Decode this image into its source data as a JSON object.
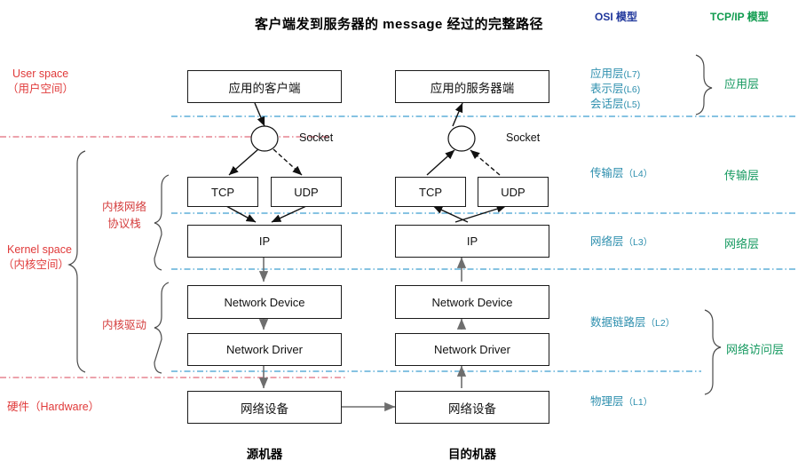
{
  "title": "客户端发到服务器的 message 经过的完整路径",
  "colors": {
    "red_annotation": "#e03a3a",
    "osi_header": "#20379c",
    "osi_label": "#2e8fae",
    "tcpip_header": "#0f9b4e",
    "tcpip_label": "#179a61",
    "box_border": "#1a1a1a",
    "divider_blue": "#3f9fd0",
    "divider_red": "#e06a7a",
    "arrow": "#111111",
    "arrow_gray": "#6e6e6e"
  },
  "left_annotations": {
    "user_space": "User space",
    "user_space_cn": "（用户空间）",
    "kernel_space": "Kernel space",
    "kernel_space_cn": "（内核空间）",
    "kernel_net_stack_line1": "内核网络",
    "kernel_net_stack_line2": "协议栈",
    "kernel_driver": "内核驱动",
    "hardware": "硬件（Hardware）"
  },
  "osi_model": {
    "header": "OSI 模型",
    "layers": [
      {
        "name": "应用层",
        "code": "(L7)"
      },
      {
        "name": "表示层",
        "code": "(L6)"
      },
      {
        "name": "会话层",
        "code": "(L5)"
      },
      {
        "name": "传输层",
        "code": "（L4）"
      },
      {
        "name": "网络层",
        "code": "（L3）"
      },
      {
        "name": "数据链路层",
        "code": "（L2）"
      },
      {
        "name": "物理层",
        "code": "（L1）"
      }
    ]
  },
  "tcpip_model": {
    "header": "TCP/IP 模型",
    "layers": [
      {
        "name": "应用层"
      },
      {
        "name": "传输层"
      },
      {
        "name": "网络层"
      },
      {
        "name": "网络访问层"
      }
    ]
  },
  "source_machine": {
    "caption": "源机器",
    "app": "应用的客户端",
    "socket": "Socket",
    "tcp": "TCP",
    "udp": "UDP",
    "ip": "IP",
    "network_device_en": "Network Device",
    "network_driver_en": "Network Driver",
    "network_device_cn": "网络设备"
  },
  "dest_machine": {
    "caption": "目的机器",
    "app": "应用的服务器端",
    "socket": "Socket",
    "tcp": "TCP",
    "udp": "UDP",
    "ip": "IP",
    "network_device_en": "Network Device",
    "network_driver_en": "Network Driver",
    "network_device_cn": "网络设备"
  }
}
